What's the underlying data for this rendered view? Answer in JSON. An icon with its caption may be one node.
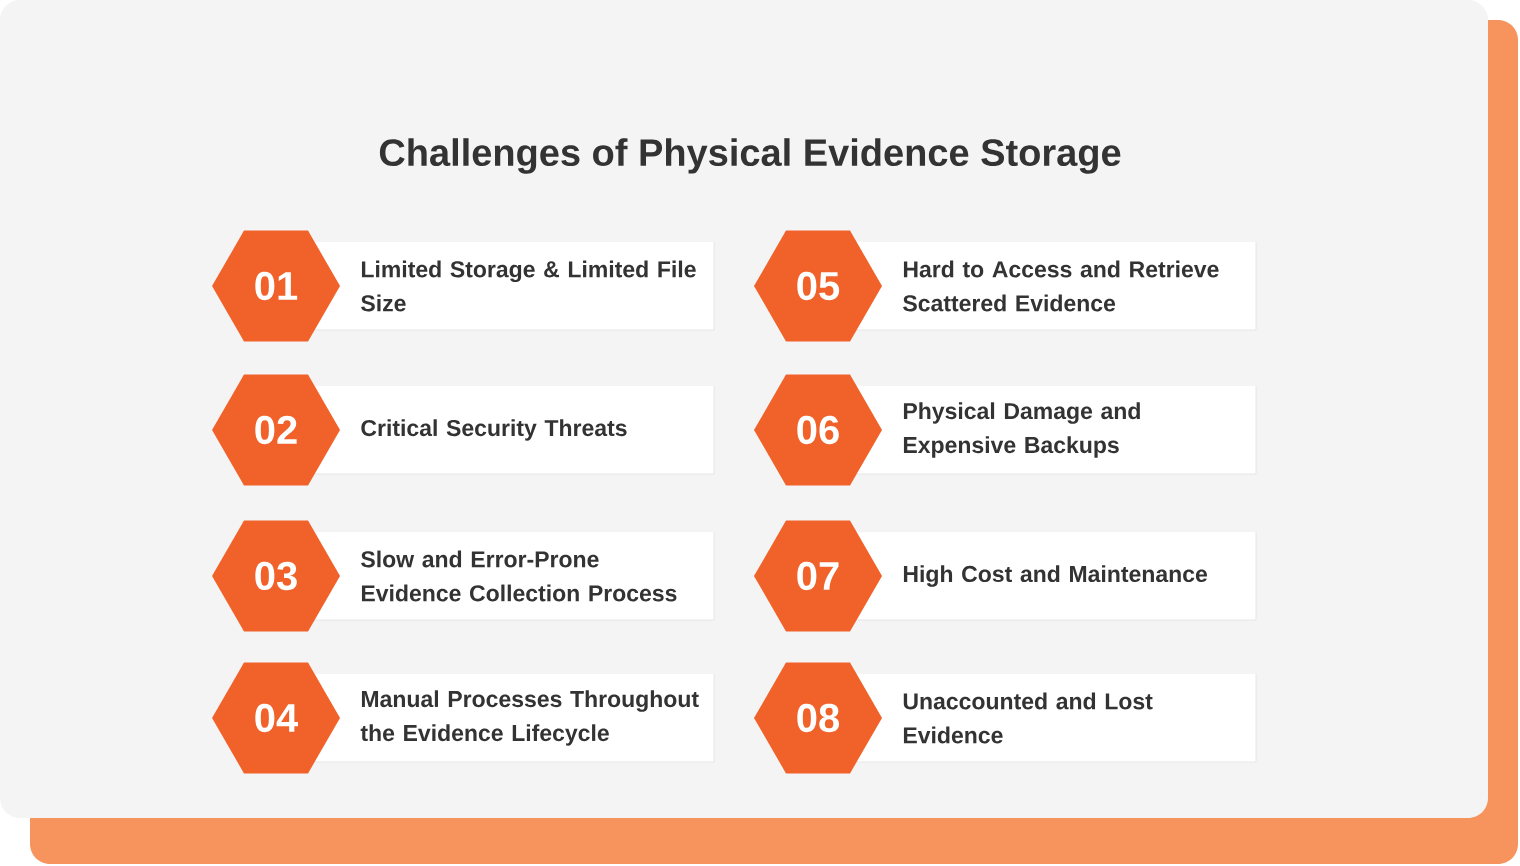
{
  "diagram": {
    "title": "Challenges of Physical Evidence Storage",
    "nodes": [
      {
        "text": [
          "01"
        ]
      },
      {
        "text": [
          "Limited Storage & Limited File Size"
        ]
      },
      {
        "text": [
          "05"
        ]
      },
      {
        "text": [
          "Hard to Access and Retrieve Scattered Evidence"
        ]
      },
      {
        "text": [
          "02"
        ]
      },
      {
        "text": [
          "Critical Security Threats"
        ]
      },
      {
        "text": [
          "06"
        ]
      },
      {
        "text": [
          "Physical Damage and Expensive Backups"
        ]
      },
      {
        "text": [
          "03"
        ]
      },
      {
        "text": [
          "Slow and Error-Prone Evidence Collection Process"
        ]
      },
      {
        "text": [
          "07"
        ]
      },
      {
        "text": [
          "High Cost and Maintenance"
        ]
      },
      {
        "text": [
          "04"
        ]
      },
      {
        "text": [
          "Manual Processes Throughout the Evidence Lifecycle"
        ]
      },
      {
        "text": [
          "08"
        ]
      },
      {
        "text": [
          "Unaccounted and Lost Evidence"
        ]
      }
    ]
  }
}
